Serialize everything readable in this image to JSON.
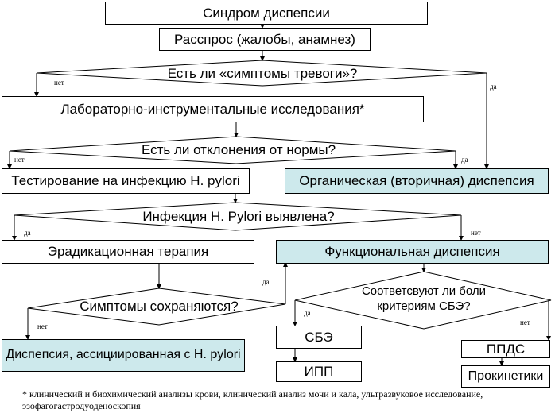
{
  "nodes": {
    "syndrome": "Синдром диспепсии",
    "inquiry": "Расспрос  (жалобы, анамнез)",
    "alarm_question": "Есть ли «симптомы тревоги»?",
    "lab_studies": "Лабораторно-инструментальные исследования*",
    "deviation_question": "Есть ли отклонения от нормы?",
    "hp_testing": "Тестирование на инфекцию H. pylori",
    "organic": "Органическая (вторичная) диспепсия",
    "hp_question": "Инфекция H. Pylori выявлена?",
    "eradication": "Эрадикационная терапия",
    "functional": "Функциональная диспепсия",
    "symptoms_question": "Симптомы сохраняются?",
    "criteria_question_line1": "Соответсвуют ли боли",
    "criteria_question_line2": "критериям СБЭ?",
    "hp_associated": "Диспепсия, ассициированная с H. pylori",
    "sbe": "СБЭ",
    "ipp": "ИПП",
    "ppds": "ППДС",
    "prokinetics": "Прокинетики"
  },
  "edge_labels": {
    "alarm_no": "нет",
    "alarm_yes": "да",
    "deviation_no": "нет",
    "deviation_yes": "да",
    "hp_yes": "да",
    "hp_no": "нет",
    "symptoms_yes": "да",
    "symptoms_no": "нет",
    "criteria_yes": "да",
    "criteria_no": "нет"
  },
  "colors": {
    "highlight_fill": "#cde9ec",
    "line": "#000000"
  },
  "footnote": "* клинический и биохимический анализы крови, клинический анализ мочи  и кала, ультразвуковое исследование, эзофагогастродуоденоскопия"
}
